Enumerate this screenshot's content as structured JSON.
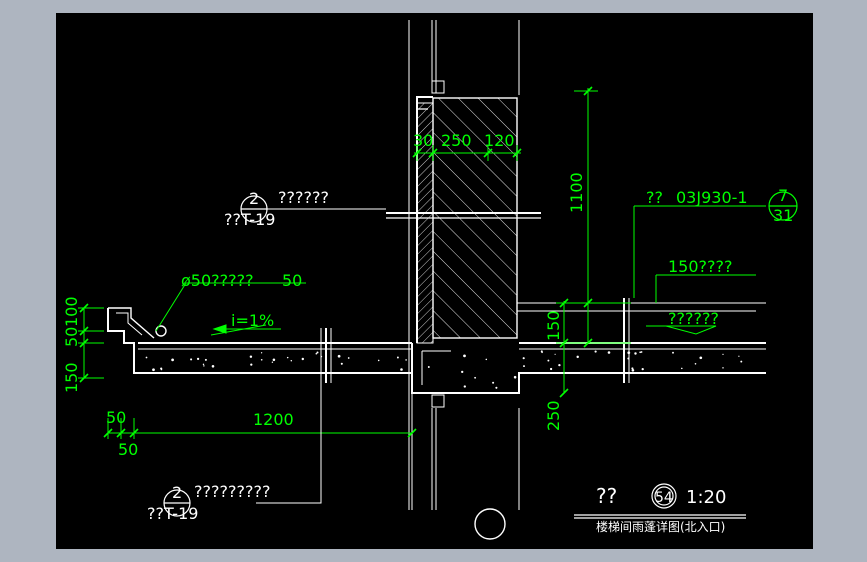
{
  "canvas": {
    "background": "#000000",
    "frame": "#aeb5c0"
  },
  "colors": {
    "line": "#ffffff",
    "dim": "#00ff00",
    "hatch": "#ffffff"
  },
  "labels": {
    "dim_30": "30",
    "dim_250": "250",
    "dim_120": "120",
    "dim_1100": "1100",
    "dim_150_right": "150",
    "dim_250_right": "250",
    "dim_100": "100",
    "dim_50_left": "50",
    "dim_150_left": "150",
    "dim_50_a": "50",
    "dim_50_b": "50",
    "dim_1200": "1200",
    "callout_top_num": "2",
    "callout_top_ref": "??T-19",
    "callout_top_text": "??????",
    "callout_bottom_num": "2",
    "callout_bottom_ref": "??T-19",
    "callout_bottom_text": "?????????",
    "drain_text": "ø50?????",
    "drain_dim": "50",
    "slope_text": "i=1%",
    "ref_prefix": "??",
    "ref_code": "03J930-1",
    "ref_num": "7",
    "ref_sheet": "31",
    "note_150": "150????",
    "note_waterproof": "??????",
    "title_prefix": "??",
    "title_num": "54",
    "title_scale": "1:20",
    "title_caption": "楼梯间雨蓬详图(北入口)"
  }
}
